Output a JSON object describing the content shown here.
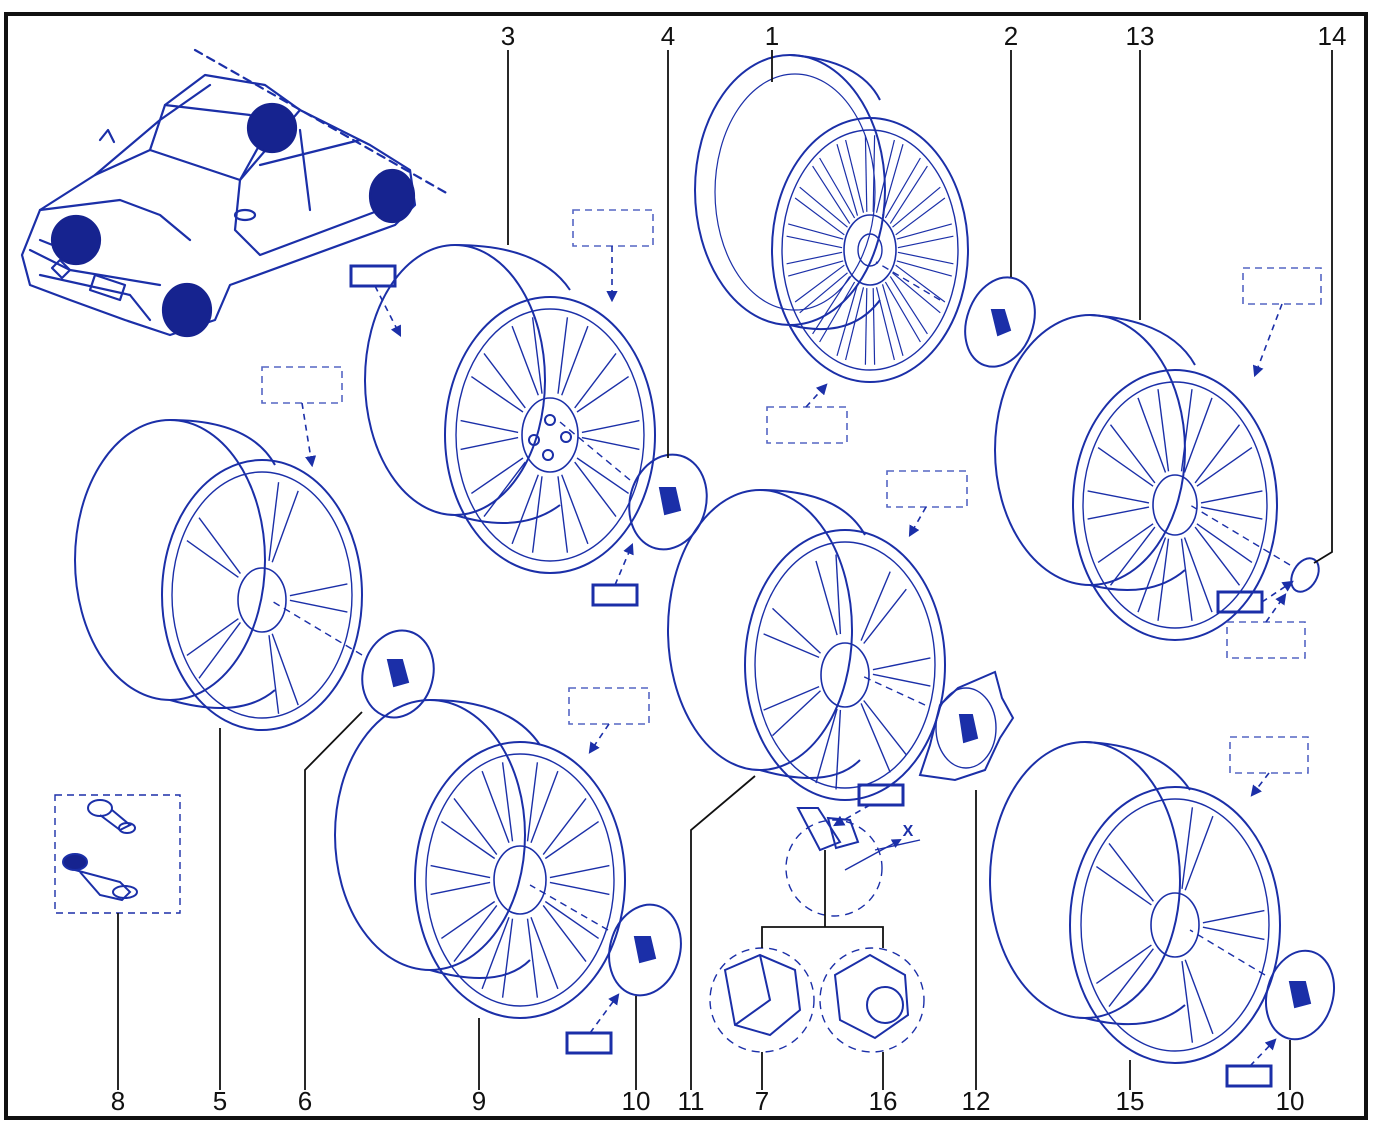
{
  "colors": {
    "ink": "#1b2fa8",
    "ink_light": "#5566c4",
    "fill_dark": "#16238f",
    "frame": "#111111",
    "label_text": "#111111",
    "background": "#ffffff"
  },
  "callouts": {
    "c1": "1",
    "c2": "2",
    "c3": "3",
    "c4": "4",
    "c13": "13",
    "c14": "14",
    "c8": "8",
    "c5": "5",
    "c6": "6",
    "c9": "9",
    "c10a": "10",
    "c11": "11",
    "c7": "7",
    "c16": "16",
    "c12": "12",
    "c15": "15",
    "c10b": "10"
  },
  "dimension_label": "X",
  "icons": {
    "vehicle": "car-icon",
    "torque": "torque-spec-icon",
    "reference_box": "reference-box-icon"
  }
}
